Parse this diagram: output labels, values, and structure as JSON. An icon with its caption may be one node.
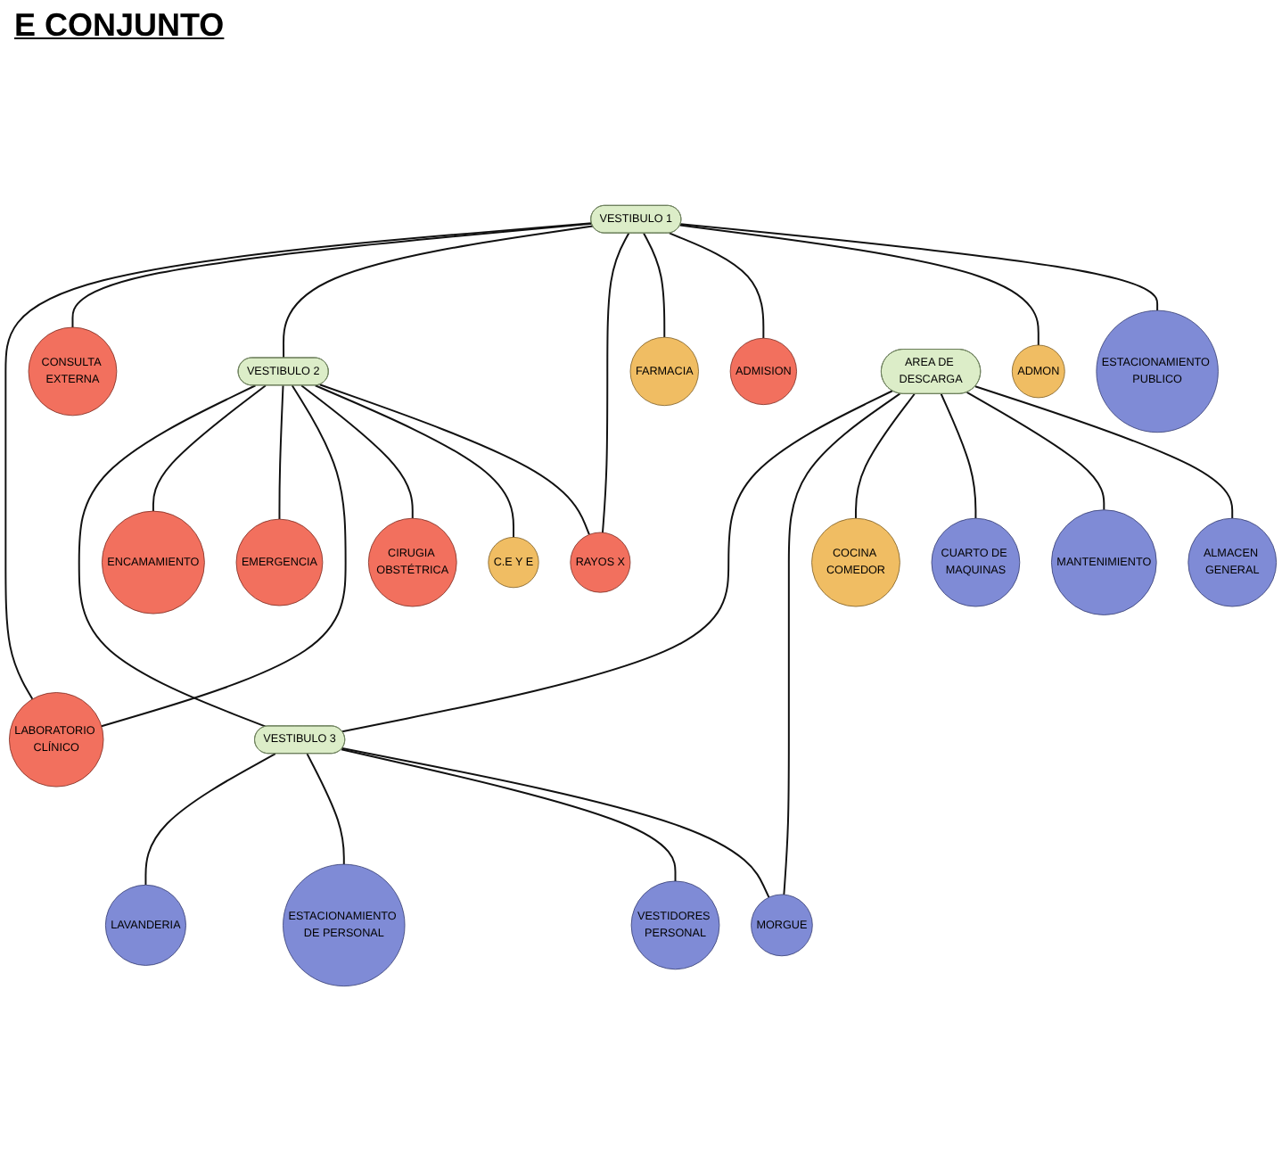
{
  "diagram": {
    "title": "E CONJUNTO",
    "nodes": [
      {
        "text": [
          "VESTIBULO 1"
        ]
      },
      {
        "text": [
          "ESTACIONAMIENTO PUBLICO"
        ]
      },
      {
        "text": [
          "ADMON"
        ]
      },
      {
        "text": [
          "ADMISION"
        ]
      },
      {
        "text": [
          "FARMACIA"
        ]
      },
      {
        "text": [
          "RAYOS X"
        ]
      },
      {
        "text": [
          "C.E Y E"
        ]
      },
      {
        "text": [
          "ALMACEN GENERAL"
        ]
      },
      {
        "text": [
          "VESTIBULO 2"
        ]
      },
      {
        "text": [
          "CONSULTA EXTERNA"
        ]
      },
      {
        "text": [
          "CIRUGIA OBSTÉTRICA"
        ]
      },
      {
        "text": [
          "MANTENIMIENTO"
        ]
      },
      {
        "text": [
          "AREA DE DESCARGA"
        ]
      },
      {
        "text": [
          "LABORATORIO CLÍNICO"
        ]
      },
      {
        "text": [
          "EMERGENCIA"
        ]
      },
      {
        "text": [
          "CUARTO DE MAQUINAS"
        ]
      },
      {
        "text": [
          "COCINA COMEDOR"
        ]
      },
      {
        "text": [
          "ENCAMAMIENTO"
        ]
      },
      {
        "text": [
          "VESTIBULO 3"
        ]
      },
      {
        "text": [
          "MORGUE"
        ]
      },
      {
        "text": [
          "VESTIDORES PERSONAL"
        ]
      },
      {
        "text": [
          "ESTACIONAMIENTO DE PERSONAL"
        ]
      },
      {
        "text": [
          "LAVANDERIA"
        ]
      }
    ],
    "edges": [
      {
        "from": 0,
        "to": 1,
        "arrow": "none"
      },
      {
        "from": 0,
        "to": 2,
        "arrow": "none"
      },
      {
        "from": 0,
        "to": 3,
        "arrow": "none"
      },
      {
        "from": 0,
        "to": 4,
        "arrow": "none"
      },
      {
        "from": 0,
        "to": 5,
        "arrow": "none"
      },
      {
        "from": 0,
        "to": 8,
        "arrow": "none"
      },
      {
        "from": 0,
        "to": 9,
        "arrow": "none"
      },
      {
        "from": 0,
        "to": 13,
        "arrow": "none"
      },
      {
        "from": 8,
        "to": 5,
        "arrow": "none"
      },
      {
        "from": 8,
        "to": 6,
        "arrow": "none"
      },
      {
        "from": 8,
        "to": 10,
        "arrow": "none"
      },
      {
        "from": 8,
        "to": 13,
        "arrow": "none"
      },
      {
        "from": 8,
        "to": 14,
        "arrow": "none"
      },
      {
        "from": 8,
        "to": 17,
        "arrow": "none"
      },
      {
        "from": 8,
        "to": 18,
        "arrow": "none"
      },
      {
        "from": 12,
        "to": 7,
        "arrow": "none"
      },
      {
        "from": 12,
        "to": 11,
        "arrow": "none"
      },
      {
        "from": 12,
        "to": 15,
        "arrow": "none"
      },
      {
        "from": 12,
        "to": 16,
        "arrow": "none"
      },
      {
        "from": 12,
        "to": 19,
        "arrow": "none"
      },
      {
        "from": 12,
        "to": 18,
        "arrow": "none"
      },
      {
        "from": 18,
        "to": 19,
        "arrow": "none"
      },
      {
        "from": 18,
        "to": 20,
        "arrow": "none"
      },
      {
        "from": 18,
        "to": 21,
        "arrow": "none"
      },
      {
        "from": 18,
        "to": 22,
        "arrow": "none"
      }
    ]
  }
}
